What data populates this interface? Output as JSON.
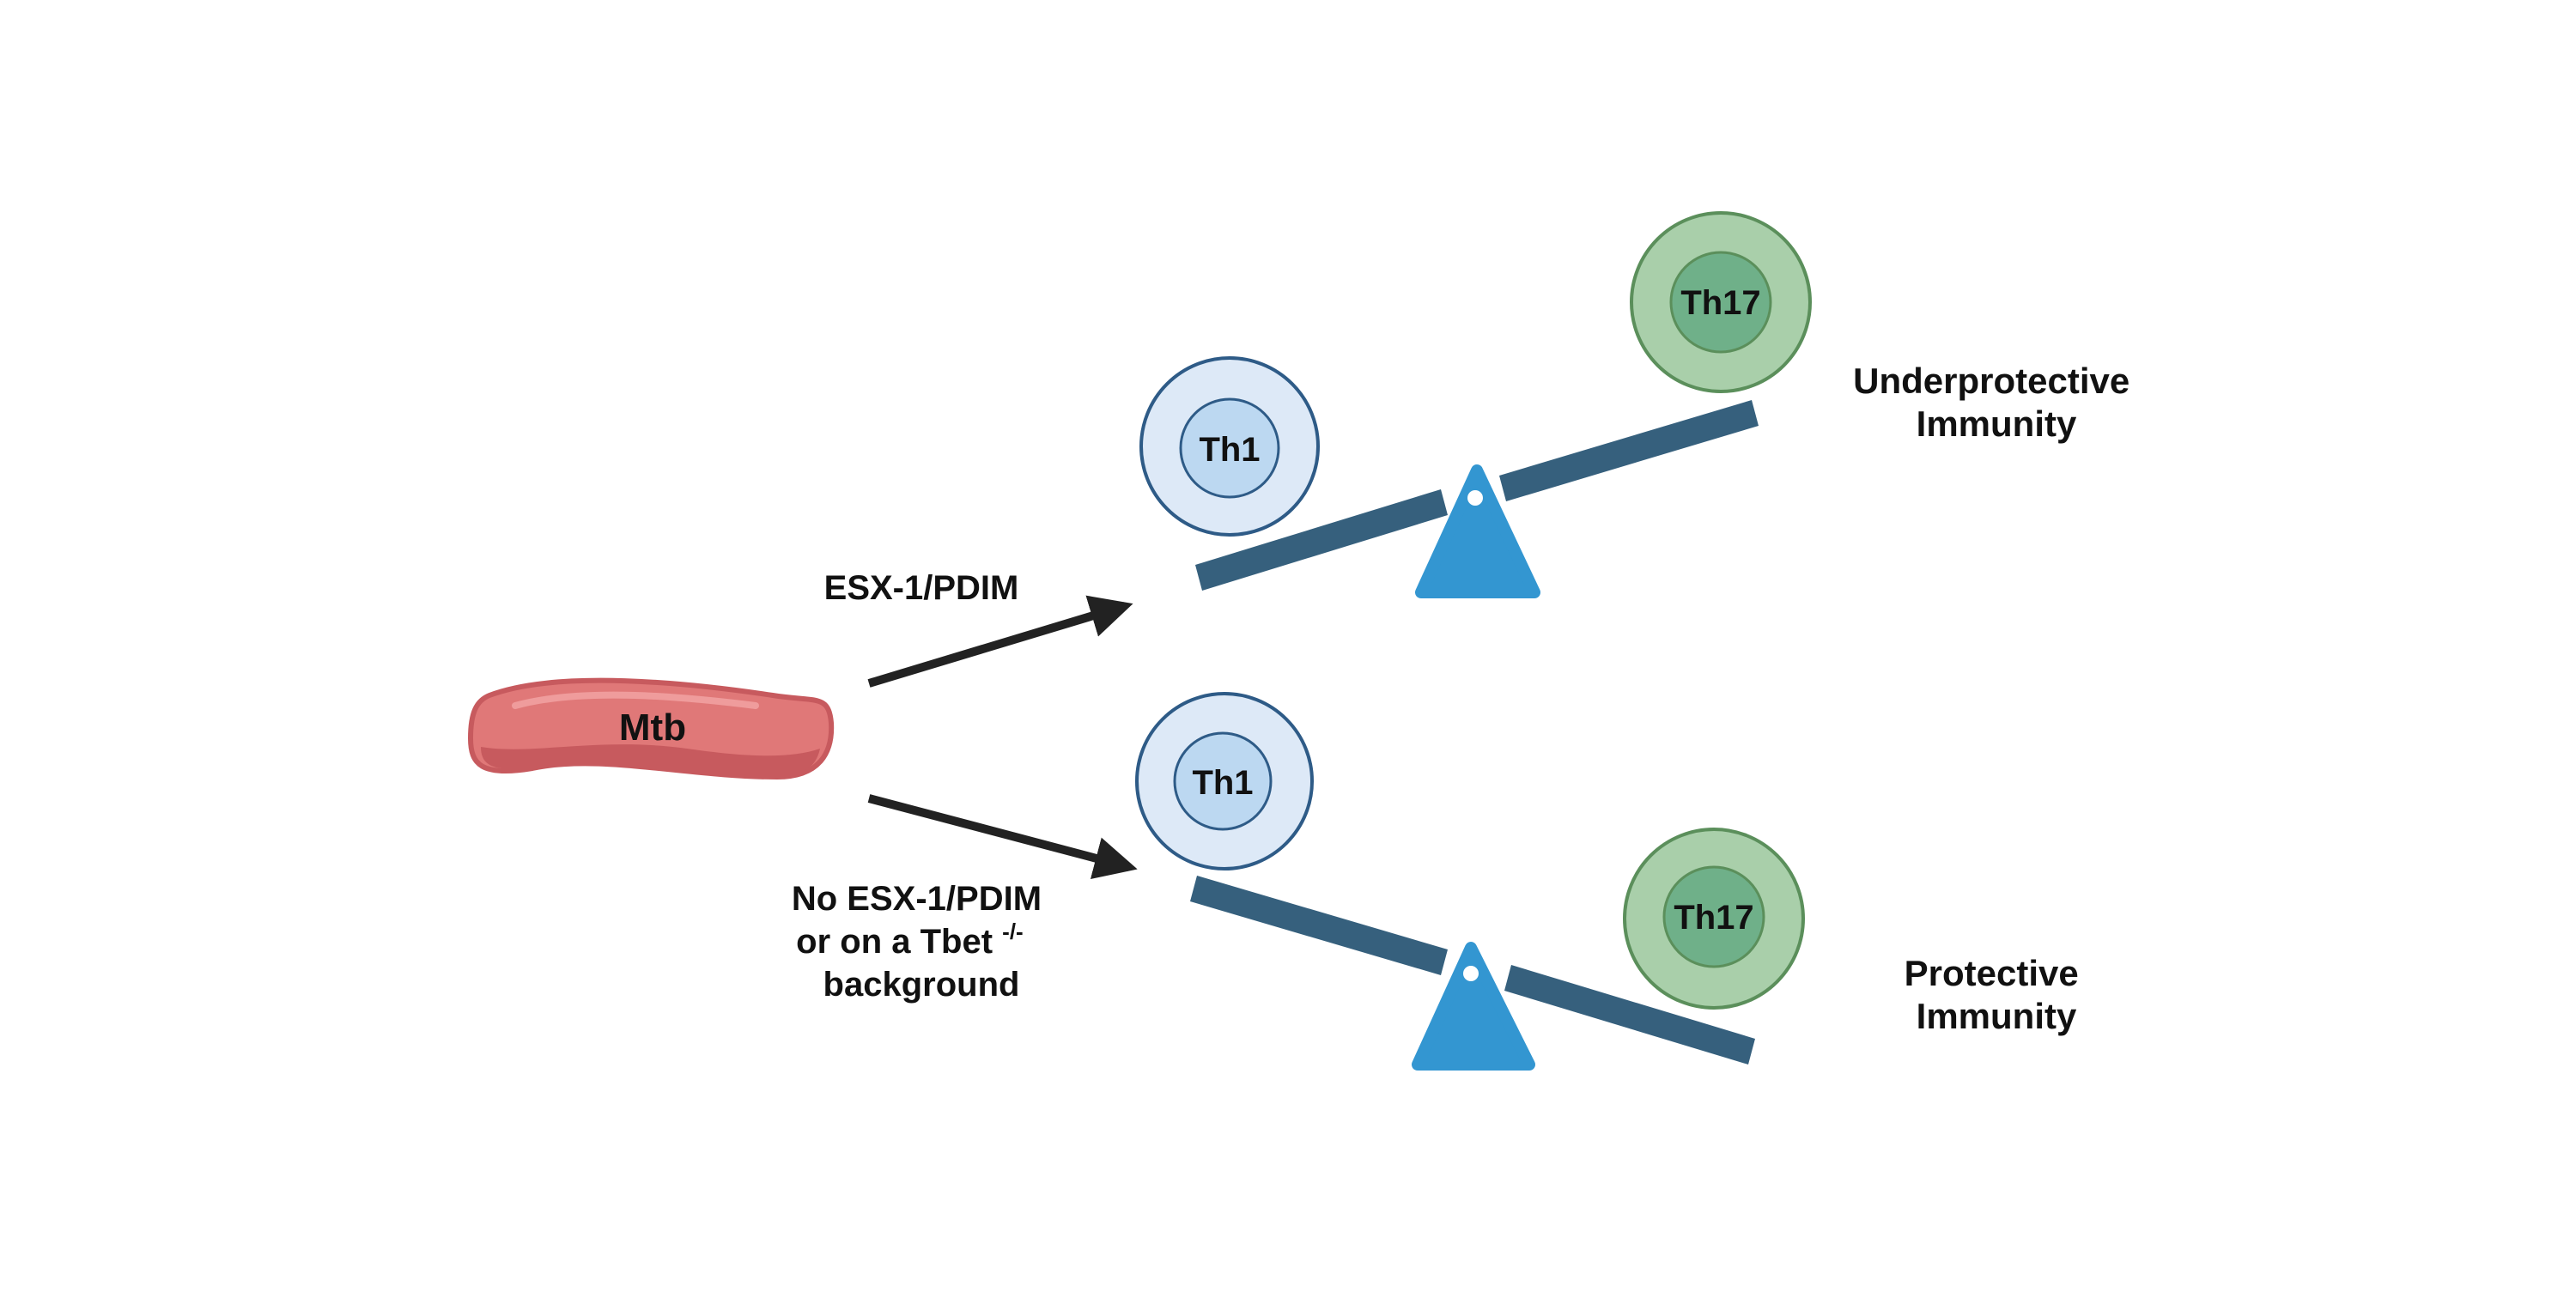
{
  "bacterium": {
    "label": "Mtb"
  },
  "upper_path": {
    "arrow_label": "ESX-1/PDIM"
  },
  "lower_path": {
    "arrow_label_line1": "No ESX-1/PDIM",
    "arrow_label_line2_main": "or on a Tbet",
    "arrow_label_line2_sup": "-/-",
    "arrow_label_line3": "background"
  },
  "upper_seesaw": {
    "left_cell": "Th1",
    "right_cell": "Th17",
    "outcome_line1": "Underprotective",
    "outcome_line2": "Immunity"
  },
  "lower_seesaw": {
    "left_cell": "Th1",
    "right_cell": "Th17",
    "outcome_line1": "Protective",
    "outcome_line2": "Immunity"
  },
  "colors": {
    "bacterium_fill": "#e07878",
    "bacterium_edge": "#c75a5e",
    "th1_outer": "#dde9f7",
    "th1_inner": "#bcd8f1",
    "th1_stroke": "#2e5b87",
    "th17_outer": "#a9cfaa",
    "th17_inner": "#6fb089",
    "th17_stroke": "#5b8f5b",
    "beam": "#36607d",
    "fulcrum": "#3396d1",
    "arrow": "#222222"
  }
}
